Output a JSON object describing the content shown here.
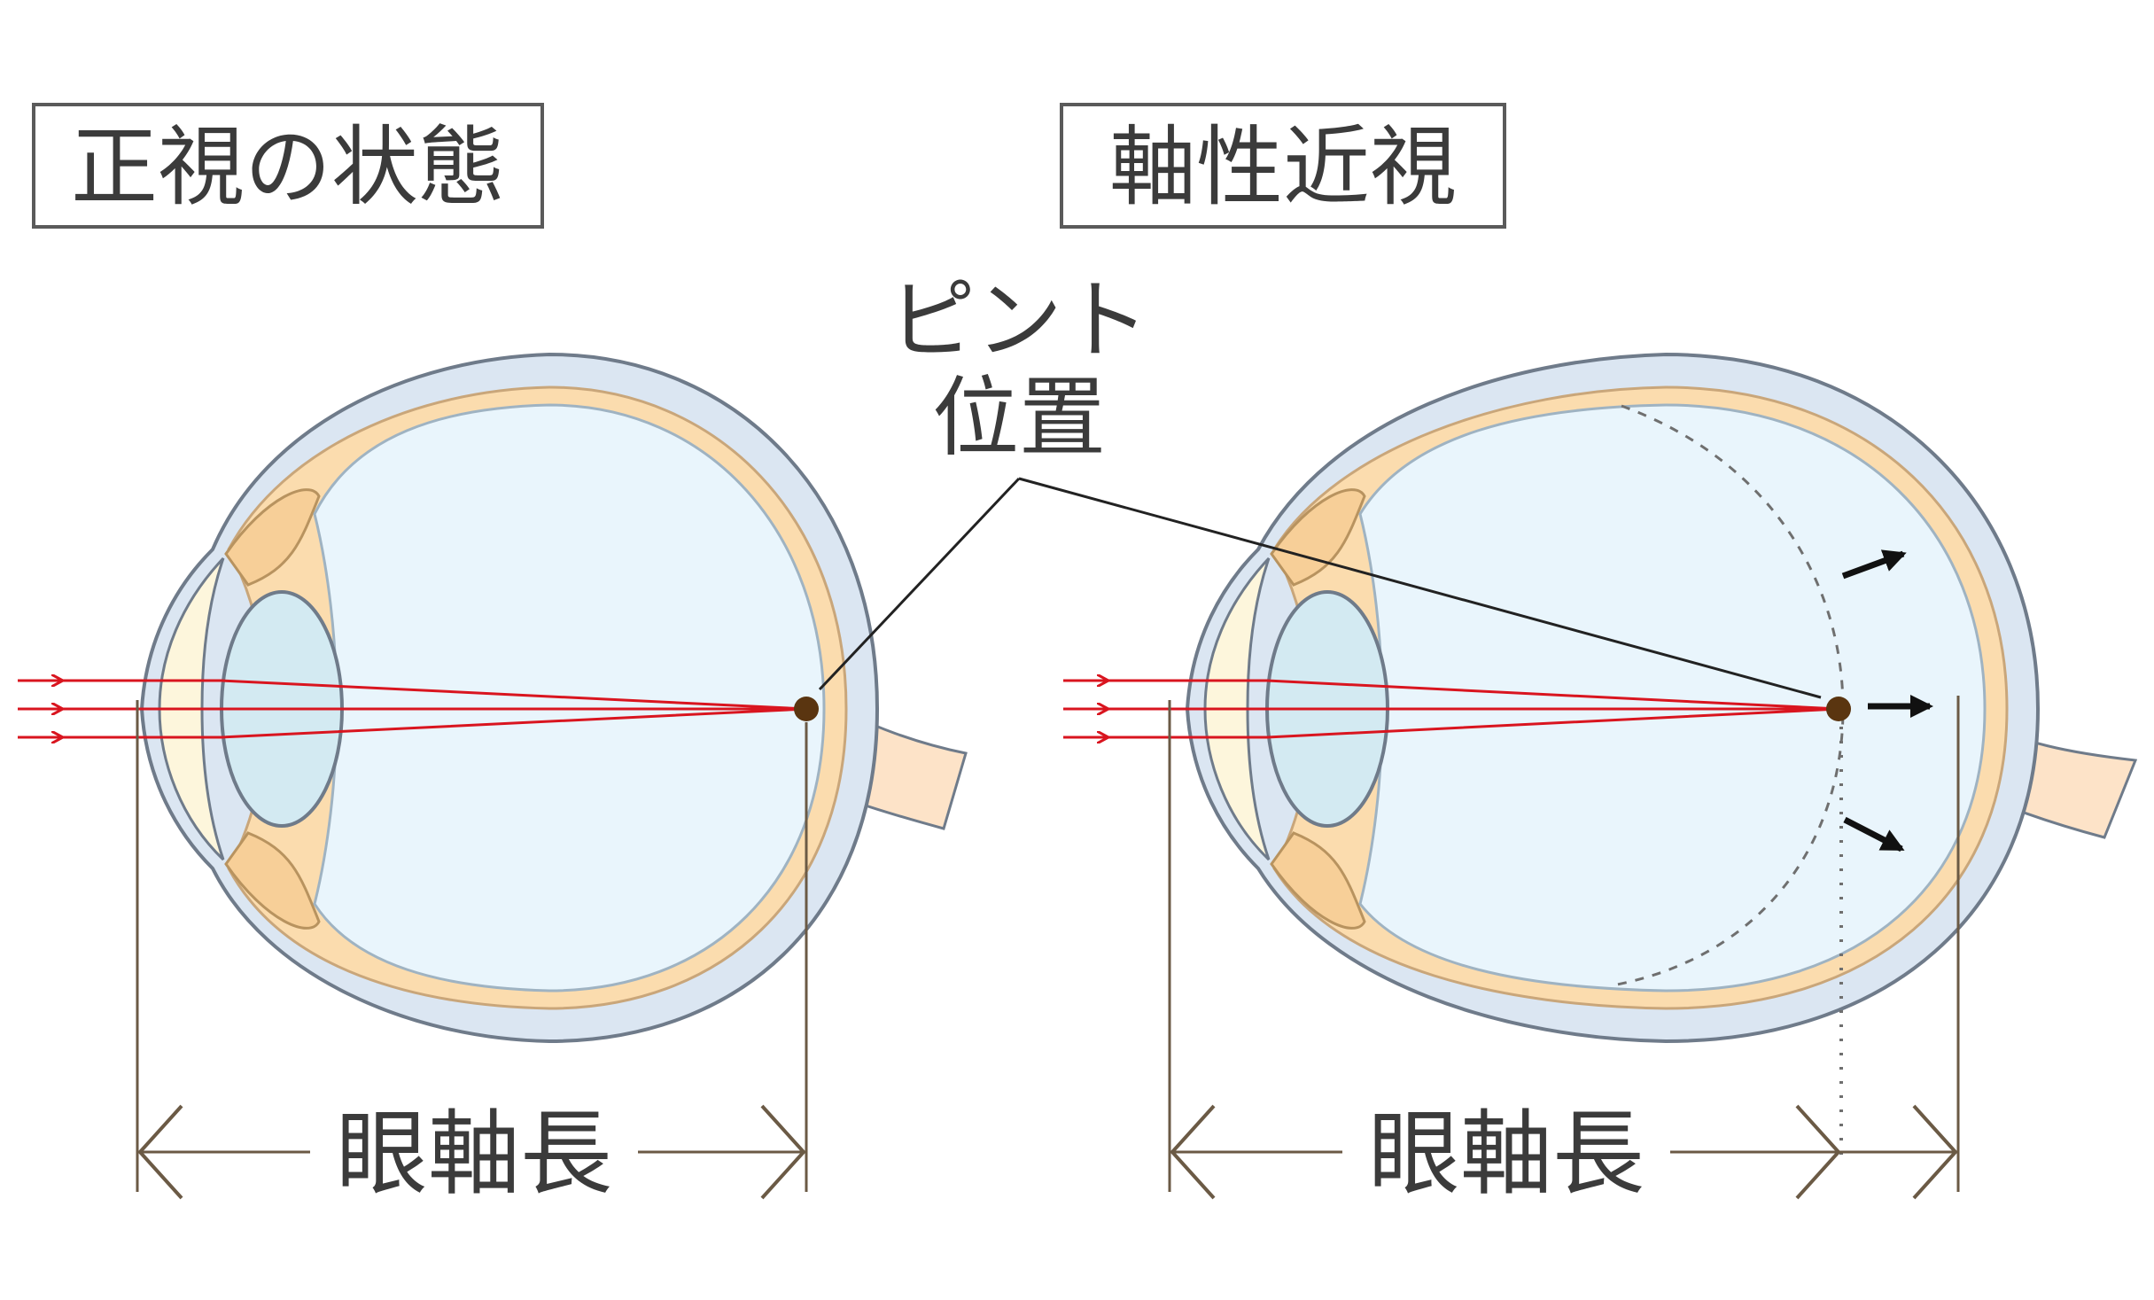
{
  "labels": {
    "normal_title": "正視の状態",
    "myopia_title": "軸性近視",
    "focus_line1": "ピント",
    "focus_line2": "位置",
    "axial_length_left": "眼軸長",
    "axial_length_right": "眼軸長"
  },
  "colors": {
    "sclera": "#dbe6f2",
    "sclera_outline": "#6f7b8a",
    "choroid": "#fbdcae",
    "vitreous": "#e9f5fc",
    "lens": "#d3eaf2",
    "cornea": "#fdf6dc",
    "light_ray": "#d9151f",
    "focus_point": "#5a3510",
    "dimension_line": "#6b5a45",
    "text": "#3b3b3b"
  }
}
